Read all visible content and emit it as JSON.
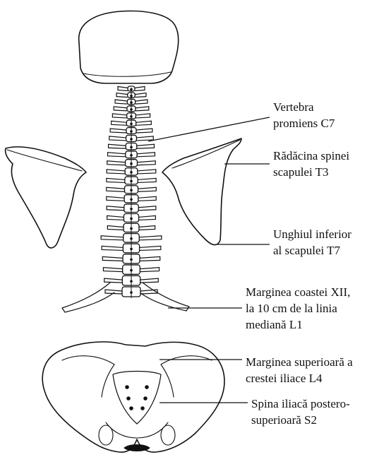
{
  "figure": {
    "labels": [
      {
        "id": "c7",
        "lines": [
          "Vertebra",
          "promiens C7"
        ]
      },
      {
        "id": "t3",
        "lines": [
          "Rădăcina spinei",
          "scapulei T3"
        ]
      },
      {
        "id": "t7",
        "lines": [
          "Unghiul inferior",
          "al scapulei T7"
        ]
      },
      {
        "id": "l1",
        "lines": [
          "Marginea coastei XII,",
          "la 10 cm de la linia",
          "mediană L1"
        ]
      },
      {
        "id": "l4",
        "lines": [
          "Marginea superioară a",
          "crestei iliace L4"
        ]
      },
      {
        "id": "s2",
        "lines": [
          "Spina iliacă postero-",
          "superioară S2"
        ]
      }
    ]
  }
}
